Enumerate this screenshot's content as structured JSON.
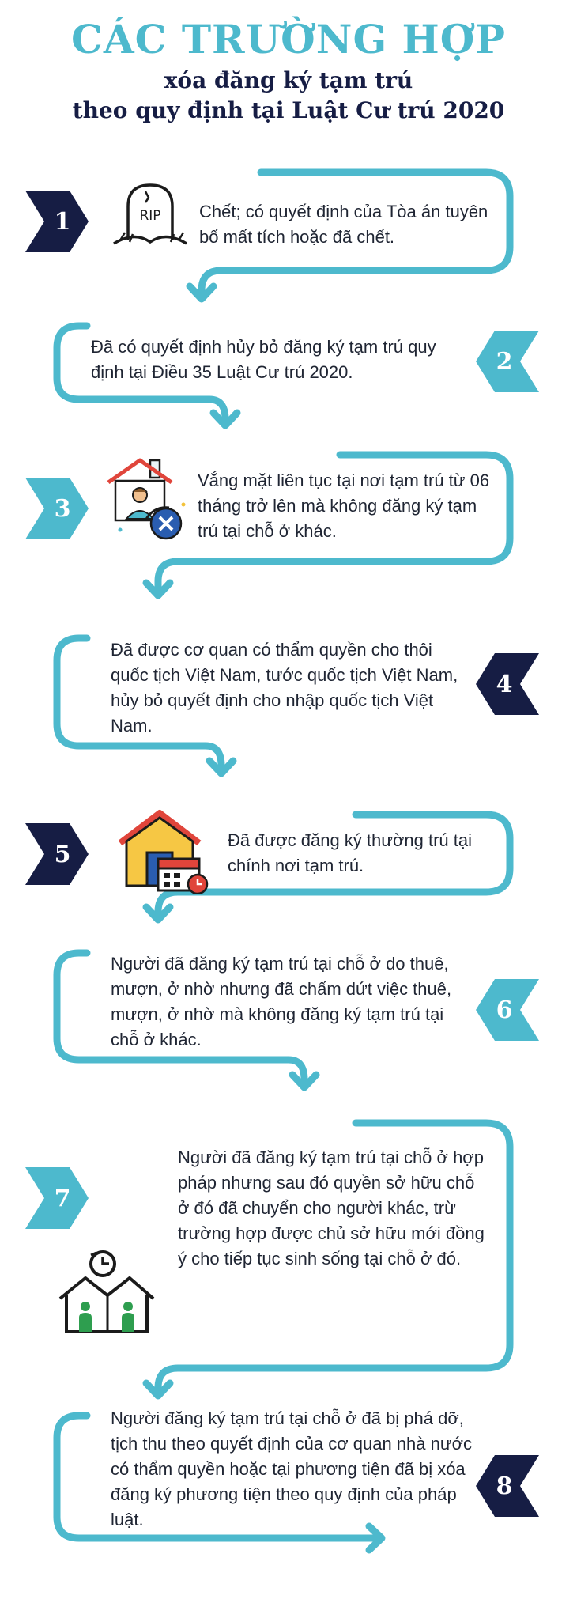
{
  "header": {
    "title": "CÁC TRƯỜNG HỢP",
    "subtitle_line1": "xóa đăng ký tạm trú",
    "subtitle_line2": "theo quy định tại Luật Cư trú 2020"
  },
  "colors": {
    "teal": "#4db9cd",
    "navy": "#161d44",
    "text": "#1f2533"
  },
  "cases": [
    {
      "number": "1",
      "icon": "tombstone-rip-icon",
      "icon_text": "RIP",
      "text": "Chết; có quyết định của Tòa án tuyên bố mất tích hoặc đã chết."
    },
    {
      "number": "2",
      "icon": "",
      "text": "Đã có quyết định hủy bỏ đăng ký tạm trú quy định tại Điều 35 Luật Cư trú 2020."
    },
    {
      "number": "3",
      "icon": "house-person-absent-icon",
      "text": "Vắng mặt liên tục tại nơi tạm trú từ 06 tháng trở lên mà không đăng ký tạm trú tại chỗ ở khác."
    },
    {
      "number": "4",
      "icon": "",
      "text": "Đã được cơ quan có thẩm quyền cho thôi quốc tịch Việt Nam, tước quốc tịch Việt Nam, hủy bỏ quyết định cho nhập quốc tịch Việt Nam."
    },
    {
      "number": "5",
      "icon": "house-calendar-icon",
      "text": "Đã được đăng ký thường trú tại chính nơi tạm trú."
    },
    {
      "number": "6",
      "icon": "",
      "text": "Người đã đăng ký tạm trú tại chỗ ở do thuê, mượn, ở nhờ nhưng đã chấm dứt việc thuê, mượn, ở nhờ mà không đăng ký tạm trú tại chỗ ở khác."
    },
    {
      "number": "7",
      "icon": "houses-clock-icon",
      "text": "Người đã đăng ký tạm trú tại chỗ ở hợp pháp nhưng sau đó quyền sở hữu chỗ ở đó đã chuyển cho người khác, trừ trường hợp được chủ sở hữu mới đồng ý cho tiếp tục sinh sống tại chỗ ở đó."
    },
    {
      "number": "8",
      "icon": "",
      "text": "Người đăng ký tạm trú tại chỗ ở đã bị phá dỡ, tịch thu theo quyết định của cơ quan nhà nước có thẩm quyền hoặc tại phương tiện đã bị xóa đăng ký phương tiện theo quy định của pháp luật."
    }
  ]
}
